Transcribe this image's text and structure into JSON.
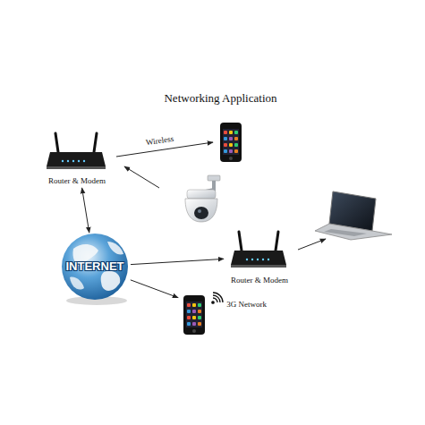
{
  "diagram": {
    "title": "Networking Application",
    "nodes": [
      {
        "text": [
          "Router & Modem"
        ]
      },
      {
        "text": [
          "INTERNET"
        ]
      },
      {
        "text": [
          "Router & Modem"
        ]
      },
      {
        "text": [
          "3G Network"
        ]
      }
    ],
    "edges": [
      {
        "from": 0,
        "to": 1,
        "arrow": "both"
      },
      {
        "from": 1,
        "to": 2,
        "arrow": "to"
      },
      {
        "from": 1,
        "to": 3,
        "arrow": "to"
      }
    ],
    "labels": [
      "Wireless"
    ]
  }
}
